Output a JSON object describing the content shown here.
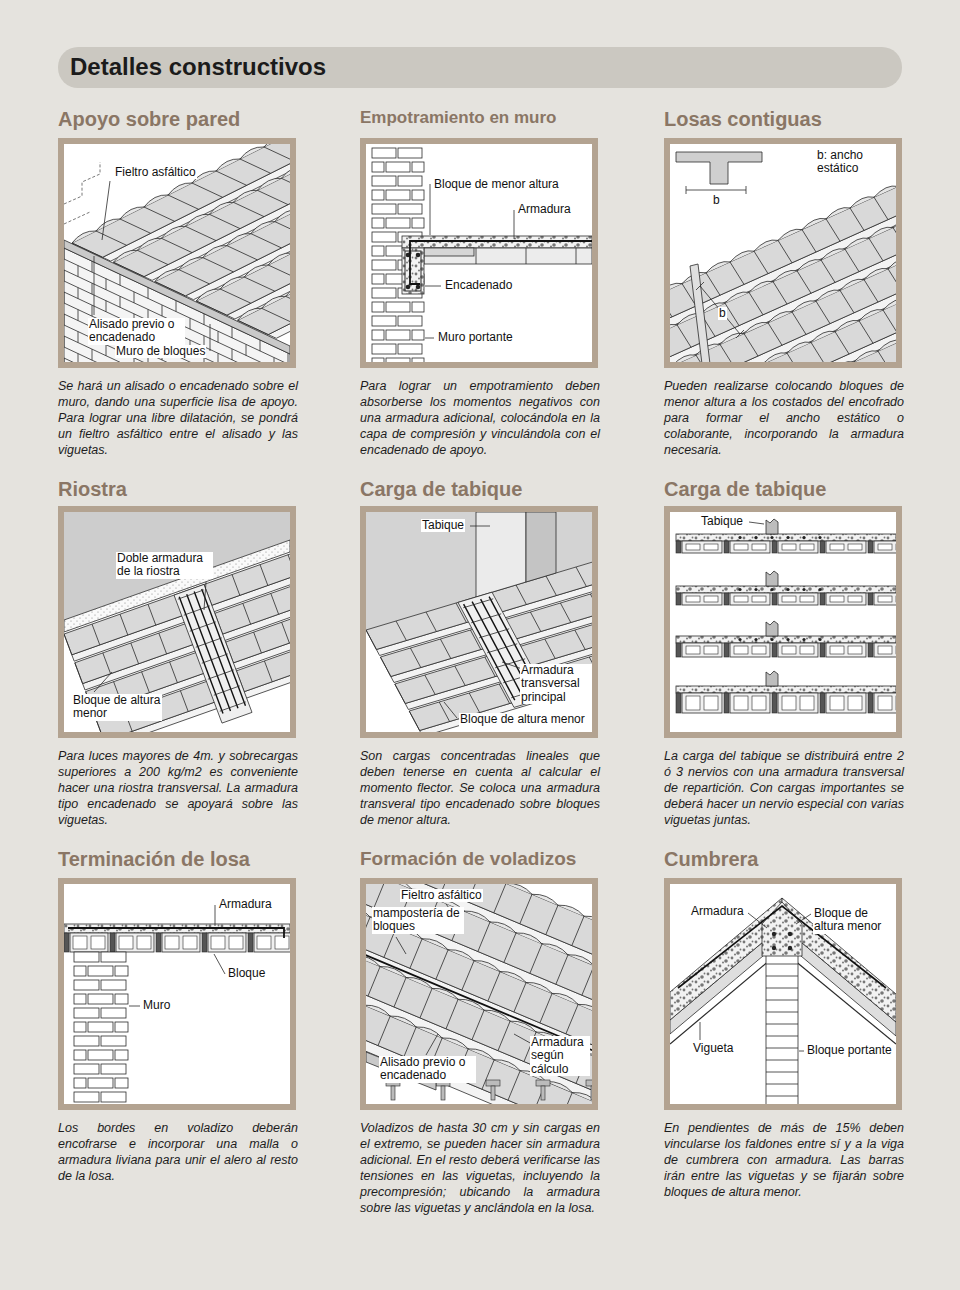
{
  "diagram": {
    "title": "Detalles constructivos",
    "nodes": [
      {
        "text": [
          "Apoyo sobre pared",
          "Se hará un alisado o encadenado sobre el muro, dando una superficie lisa de apoyo. Para lograr una libre dilatación, se pondrá un fieltro asfáltico entre el alisado y las viguetas."
        ]
      },
      {
        "text": [
          "Empotramiento en muro",
          "Para lograr un empotramiento deben absorberse los momentos negativos con una armadura adicional, colocándola en la capa de compresión y vinculándola con el encadenado de apoyo."
        ]
      },
      {
        "text": [
          "Losas contiguas",
          "Pueden realizarse colocando bloques de menor altura a los costados del encofrado para formar el ancho estático o colaborante, incorporando la armadura necesaria."
        ]
      },
      {
        "text": [
          "Riostra",
          "Para luces mayores de 4m. y sobrecargas superiores a 200 kg/m2 es conveniente hacer una riostra transversal. La armadura tipo encadenado se apoyará sobre las viguetas."
        ]
      },
      {
        "text": [
          "Carga de tabique",
          "Son cargas concentradas lineales que deben tenerse en cuenta al calcular el momento flector. Se coloca una armadura transveral tipo encadenado sobre bloques de menor altura."
        ]
      },
      {
        "text": [
          "Carga de tabique",
          "La carga del tabique se distribuirá entre 2 ó 3 nervios con una armadura transversal de repartición. Con cargas importantes se deberá hacer un nervio especial con varias viguetas juntas."
        ]
      },
      {
        "text": [
          "Terminación de losa",
          "Los bordes en voladizo deberán encofrarse e incorporar una malla o armadura liviana para unir el alero al resto de la losa."
        ]
      },
      {
        "text": [
          "Formación de voladizos",
          "Voladizos de hasta 30 cm y sin cargas en el extremo, se pueden hacer sin armadura adicional. En el resto deberá verificarse las tensiones en las viguetas, incluyendo la precompresión; ubicando la armadura sobre las viguetas y anclándola en la losa."
        ]
      },
      {
        "text": [
          "Cumbrera",
          "En pendientes de más de 15% deben vincularse los faldones entre sí y a la viga de cumbrera con armadura. Las barras irán entre las viguetas y se fijarán sobre bloques de altura menor."
        ]
      }
    ],
    "labels": [
      "Fieltro asfáltico",
      "Alisado previo o encadenado",
      "Muro de bloques",
      "Bloque de menor altura",
      "Armadura",
      "Encadenado",
      "Muro portante",
      "b: ancho estático",
      "b",
      "b",
      "Doble armadura de la riostra",
      "Bloque de altura menor",
      "Tabique",
      "Armadura transversal principal",
      "Bloque de altura menor",
      "Tabique",
      "Armadura",
      "Bloque",
      "Muro",
      "Fieltro asfáltico",
      "mampostería de bloques",
      "Alisado previo o encadenado",
      "Armadura según cálculo",
      "Armadura",
      "Bloque de altura menor",
      "Vigueta",
      "Bloque portante"
    ]
  }
}
